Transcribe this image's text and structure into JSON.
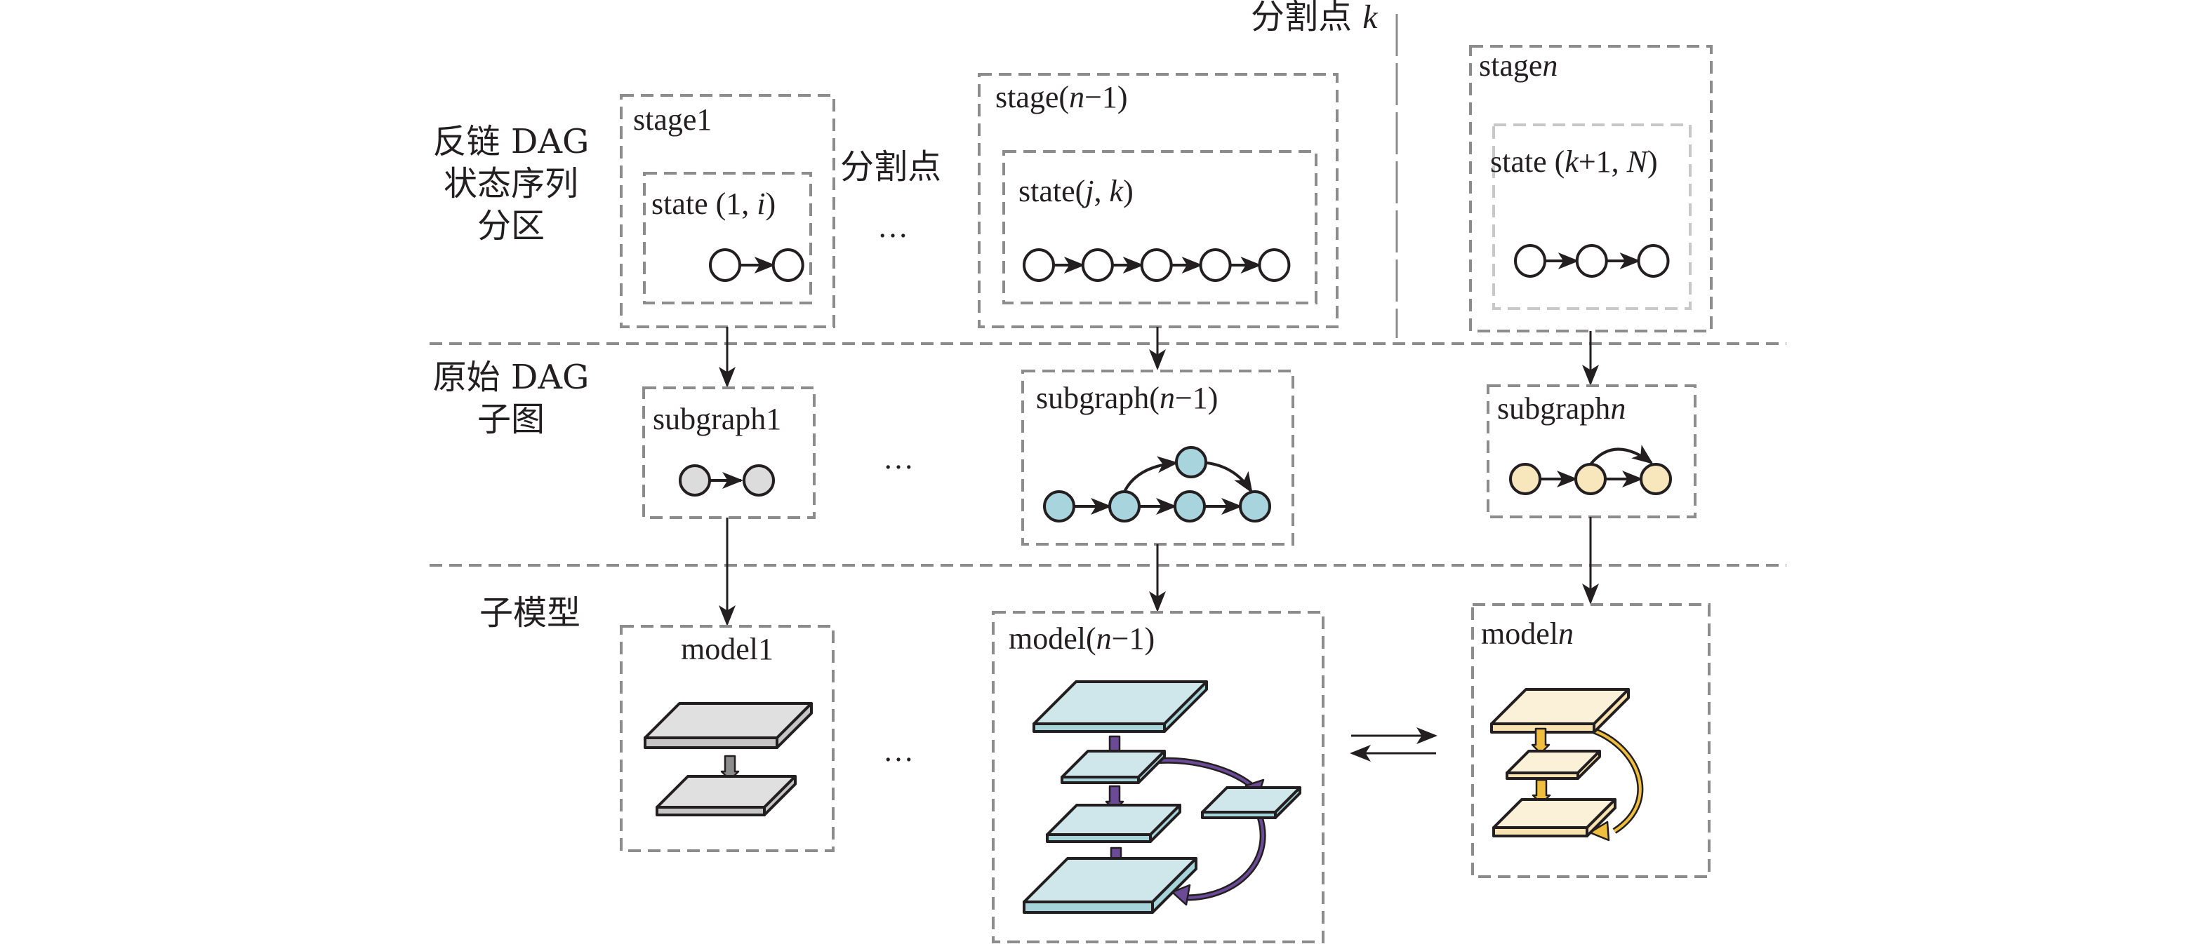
{
  "rows": {
    "antichain": {
      "line1": "反链 DAG",
      "line2": "状态序列",
      "line3": "分区"
    },
    "original": {
      "line1": "原始 DAG",
      "line2": "子图"
    },
    "submodel": {
      "line1": "子模型"
    }
  },
  "split_point": {
    "label": "分割点",
    "label_k_prefix": "分割点 ",
    "label_k_var": "k"
  },
  "ellipsis": "…",
  "stages": [
    {
      "label": "stage1",
      "state": {
        "prefix": "state (1, ",
        "var": "i",
        "suffix": ")"
      },
      "nodes": 2
    },
    {
      "label_prefix": "stage(",
      "label_var": "n",
      "label_suffix": "−1)",
      "state": {
        "prefix": "state(",
        "var1": "j",
        "sep": ", ",
        "var2": "k",
        "suffix": ")"
      },
      "nodes": 5
    },
    {
      "label_prefix": "stage",
      "label_var": "n",
      "state": {
        "prefix": "state (",
        "var1": "k",
        "mid": "+1, ",
        "var2": "N",
        "suffix": ")"
      },
      "nodes": 3
    }
  ],
  "subgraphs": [
    {
      "label": "subgraph1",
      "fill": "#dcdcdc",
      "nodes": 2
    },
    {
      "label_prefix": "subgraph(",
      "label_var": "n",
      "label_suffix": "−1)",
      "fill": "#a8d5dd",
      "nodes": 5
    },
    {
      "label_prefix": "subgraph",
      "label_var": "n",
      "fill": "#f8e6bd",
      "nodes": 3
    }
  ],
  "models": [
    {
      "label": "model1",
      "top": "#e0e0e0",
      "side": "#c6c6c6",
      "arrow": "#8c8c8c",
      "layers": 2
    },
    {
      "label_prefix": "model(",
      "label_var": "n",
      "label_suffix": "−1)",
      "top": "#cfe7ea",
      "side": "#a6d4db",
      "arrow": "#6b4a97",
      "layers": 5
    },
    {
      "label_prefix": "model",
      "label_var": "n",
      "top": "#fbf1d8",
      "side": "#f7e2b0",
      "arrow": "#f0be3e",
      "layers": 3
    }
  ],
  "colors": {
    "ink": "#231f20",
    "dash": "#8c8c8c",
    "dash_light": "#c8c8c8"
  }
}
